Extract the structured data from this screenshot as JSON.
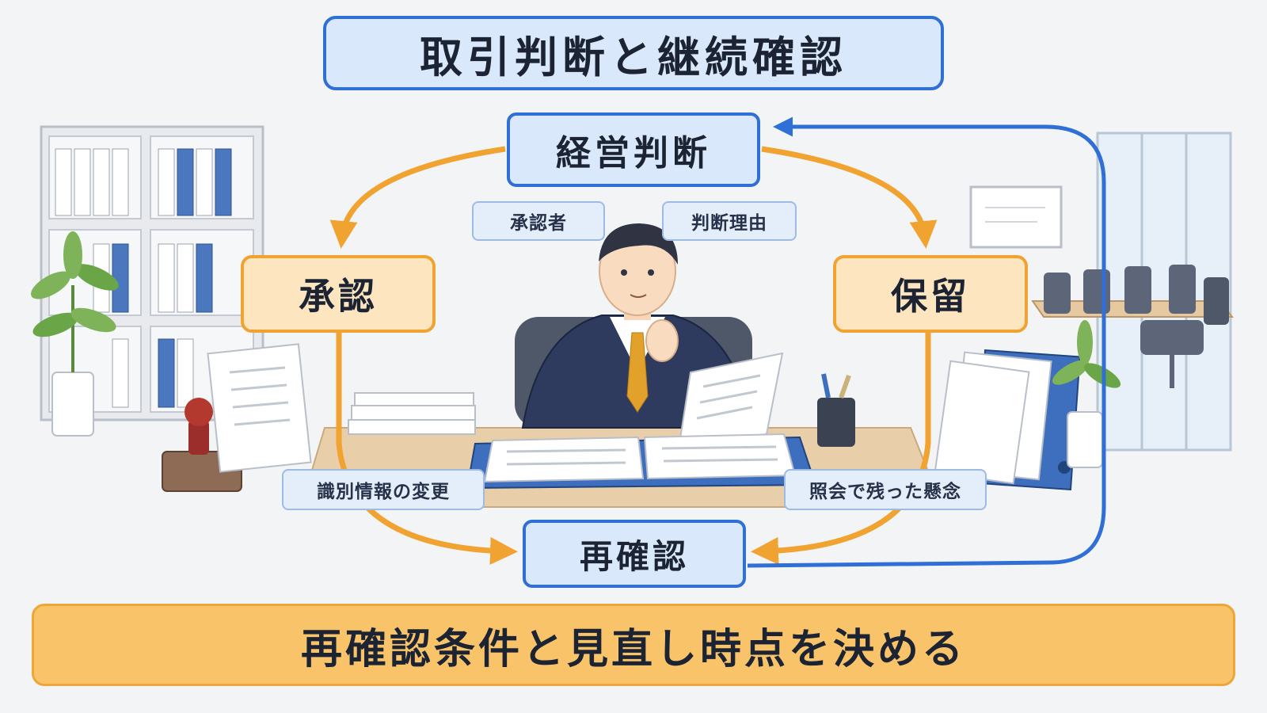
{
  "title": "取引判断と継続確認",
  "nodes": {
    "management_decision": "経営判断",
    "approval": "承認",
    "hold": "保留",
    "recheck": "再確認"
  },
  "tags": {
    "approver": "承認者",
    "decision_reason": "判断理由",
    "identity_change": "識別情報の変更",
    "remaining_concern": "照会で残った懸念"
  },
  "footer": "再確認条件と見直し時点を決める",
  "colors": {
    "accent_blue": "#2f6fd6",
    "accent_orange": "#f0a330",
    "node_blue_fill": "#d9e8fb",
    "node_orange_fill": "#fde6bf",
    "footer_fill": "#f9c469"
  }
}
